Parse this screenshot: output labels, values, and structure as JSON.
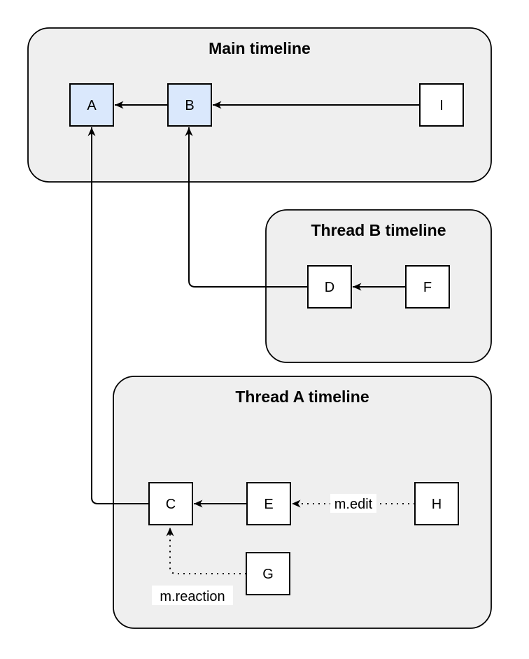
{
  "diagram": {
    "containers": [
      {
        "id": "main-timeline",
        "title": "Main timeline"
      },
      {
        "id": "thread-b-timeline",
        "title": "Thread B timeline"
      },
      {
        "id": "thread-a-timeline",
        "title": "Thread A timeline"
      }
    ],
    "nodes": [
      {
        "id": "A",
        "label": "A",
        "highlighted": true,
        "timeline": "main-timeline"
      },
      {
        "id": "B",
        "label": "B",
        "highlighted": true,
        "timeline": "main-timeline"
      },
      {
        "id": "I",
        "label": "I",
        "highlighted": false,
        "timeline": "main-timeline"
      },
      {
        "id": "D",
        "label": "D",
        "highlighted": false,
        "timeline": "thread-b-timeline"
      },
      {
        "id": "F",
        "label": "F",
        "highlighted": false,
        "timeline": "thread-b-timeline"
      },
      {
        "id": "C",
        "label": "C",
        "highlighted": false,
        "timeline": "thread-a-timeline"
      },
      {
        "id": "E",
        "label": "E",
        "highlighted": false,
        "timeline": "thread-a-timeline"
      },
      {
        "id": "H",
        "label": "H",
        "highlighted": false,
        "timeline": "thread-a-timeline"
      },
      {
        "id": "G",
        "label": "G",
        "highlighted": false,
        "timeline": "thread-a-timeline"
      }
    ],
    "edges": [
      {
        "from": "I",
        "to": "B",
        "style": "solid",
        "label": ""
      },
      {
        "from": "B",
        "to": "A",
        "style": "solid",
        "label": ""
      },
      {
        "from": "F",
        "to": "D",
        "style": "solid",
        "label": ""
      },
      {
        "from": "D",
        "to": "B",
        "style": "solid",
        "label": ""
      },
      {
        "from": "E",
        "to": "C",
        "style": "solid",
        "label": ""
      },
      {
        "from": "C",
        "to": "A",
        "style": "solid",
        "label": ""
      },
      {
        "from": "H",
        "to": "E",
        "style": "dotted",
        "label": "m.edit"
      },
      {
        "from": "G",
        "to": "C",
        "style": "dotted",
        "label": "m.reaction"
      }
    ],
    "colors": {
      "container_fill": "#efefef",
      "container_stroke": "#000000",
      "node_fill": "#ffffff",
      "node_highlight_fill": "#dae8fc",
      "node_stroke": "#000000",
      "edge_color": "#000000",
      "label_background": "#ffffff"
    }
  }
}
